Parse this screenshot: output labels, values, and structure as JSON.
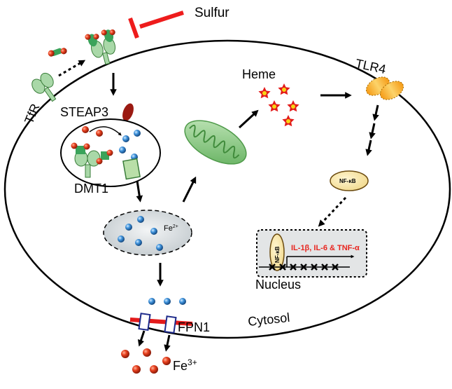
{
  "labels": {
    "sulfur": "Sulfur",
    "tfr": "TfR",
    "steap3": "STEAP3",
    "dmt1": "DMT1",
    "fe2_base": "Fe",
    "fe2_sup": "2+",
    "heme": "Heme",
    "tlr4": "TLR4",
    "nfkb": "NF-κB",
    "cytokines": "IL-1β, IL-6 & TNF-α",
    "nucleus": "Nucleus",
    "fpn1": "FPN1",
    "cytosol": "Cytosol",
    "fe3_base": "Fe",
    "fe3_sup": "3+"
  },
  "colors": {
    "iron_red": "#e03a1e",
    "iron_blue": "#3b8fd9",
    "transferrin_green": "#3aa35a",
    "receptor_green": "#a9d8a8",
    "mito_green": "#8fcf86",
    "steap_red": "#9b1a12",
    "tlr4_orange": "#f7a823",
    "inhibit_red": "#ee1c1c",
    "cytokine_red": "#e8251f",
    "fpn_blue": "#1d2a8a"
  }
}
